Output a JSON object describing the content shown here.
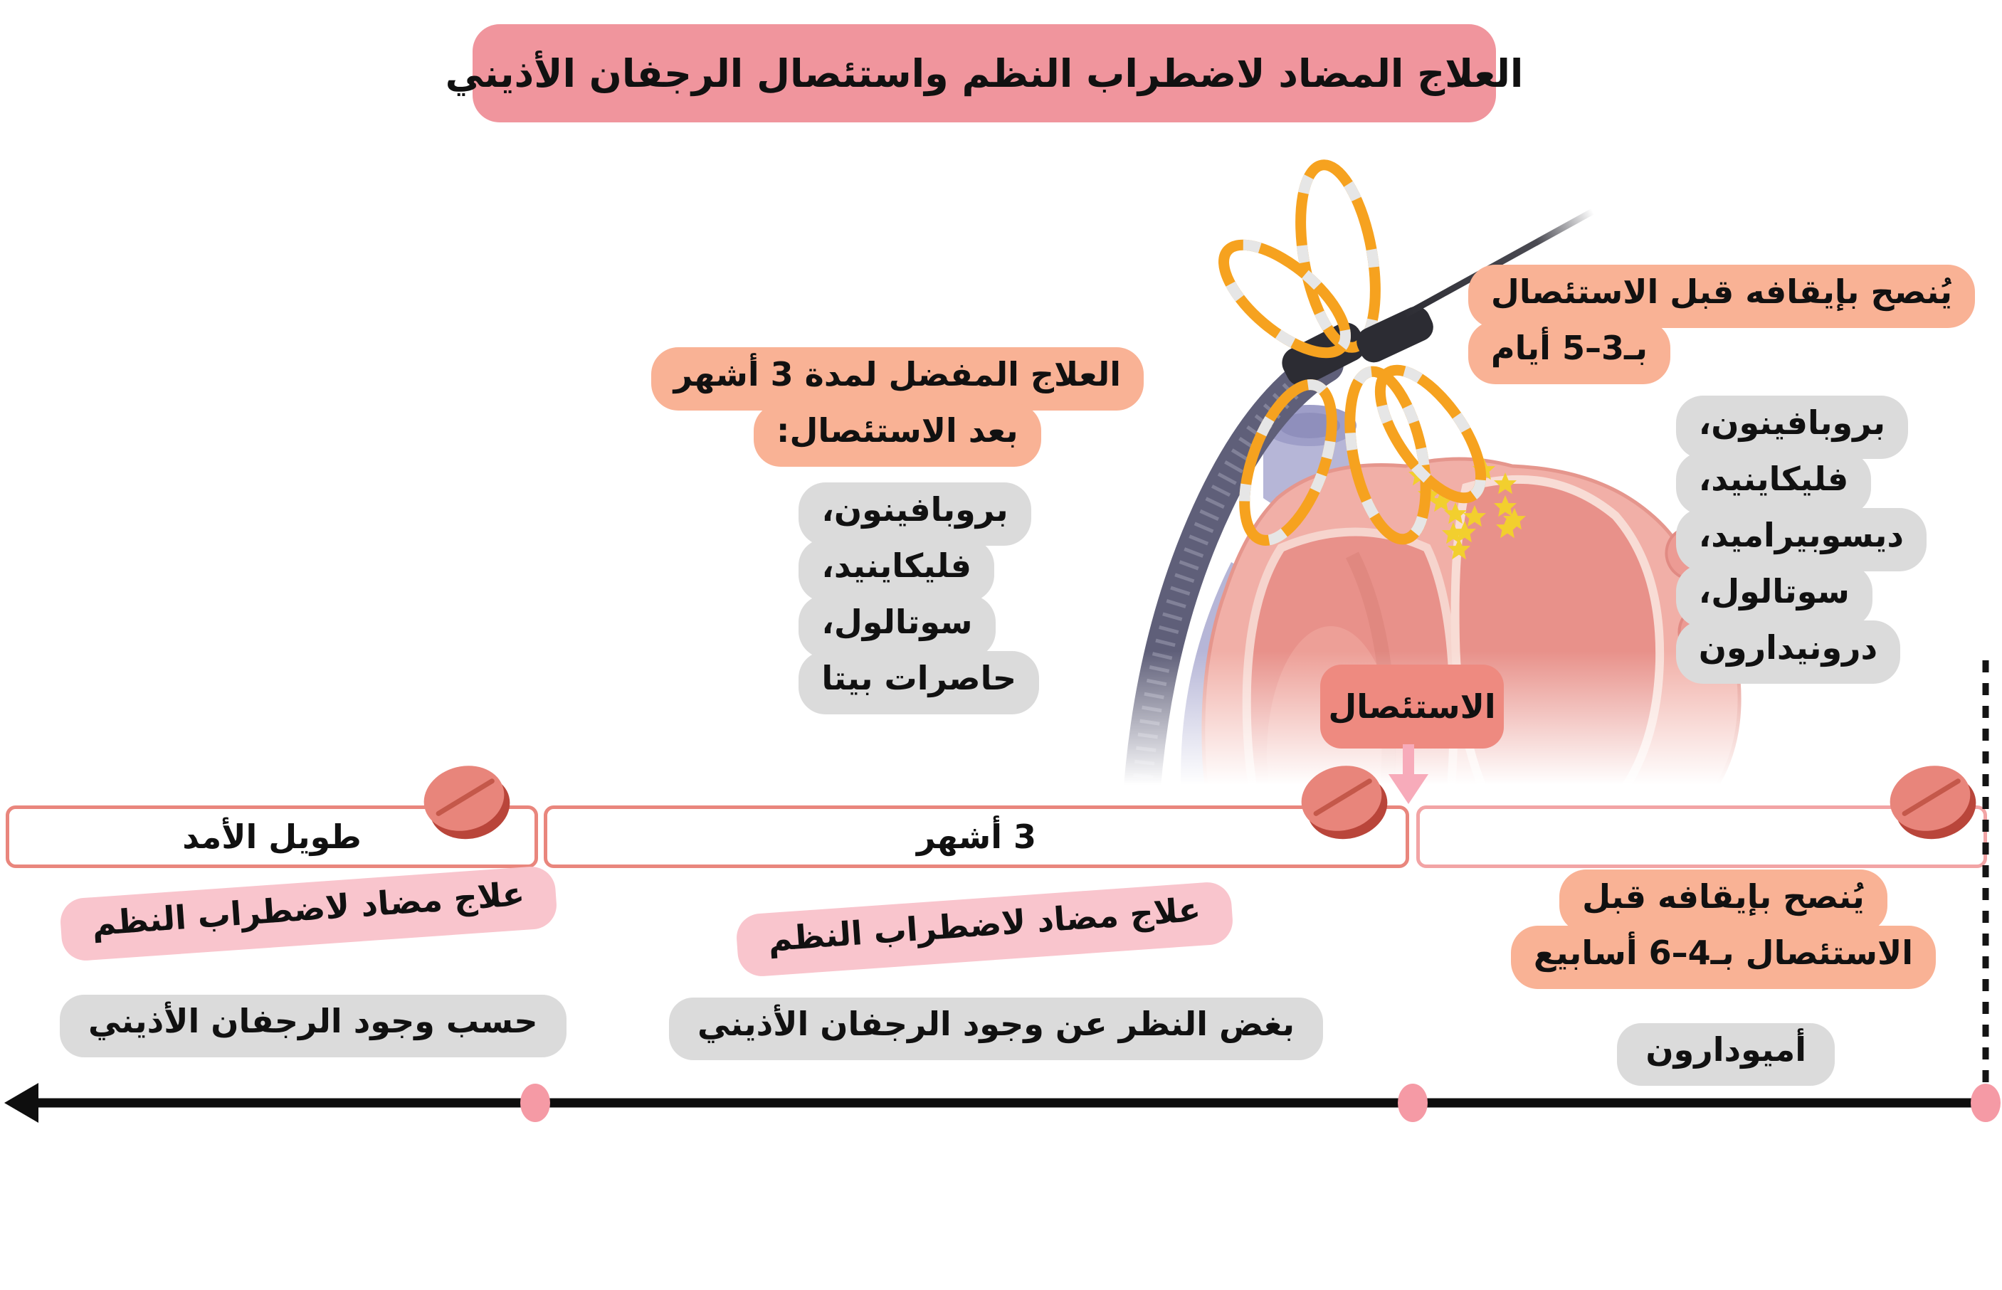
{
  "title": "العلاج المضاد لاضطراب النظم واستئصال الرجفان الأذيني",
  "ablation_label": "الاستئصال",
  "right_note": {
    "line1": "يُنصح بإيقافه قبل الاستئصال",
    "line2": "بـ3–5 أيام",
    "drugs": [
      "بروبافينون،",
      "فليكاينيد،",
      "ديسوبيراميد،",
      "سوتالول،",
      "درونيدارون"
    ]
  },
  "middle_note": {
    "line1": "العلاج المفضل لمدة 3 أشهر",
    "line2": "بعد الاستئصال:",
    "drugs": [
      "بروبافينون،",
      "فليكاينيد،",
      "سوتالول،",
      "حاصرات بيتا"
    ]
  },
  "timeline": {
    "long_term_label": "طويل الأمد",
    "three_months_label": "3 أشهر",
    "post_ablation_label": ""
  },
  "long_term_column": {
    "treatment": "علاج مضاد لاضطراب النظم",
    "condition": "حسب وجود الرجفان الأذيني"
  },
  "three_months_column": {
    "treatment": "علاج مضاد لاضطراب النظم",
    "condition": "بغض النظر عن وجود الرجفان الأذيني"
  },
  "pre_ablation_column": {
    "line1": "يُنصح بإيقافه قبل",
    "line2": "الاستئصال بـ4–6 أسابيع",
    "drug": "أميودارون"
  },
  "colors": {
    "title_bg": "#F0959D",
    "ablation_label_bg": "#EE8A80",
    "salmon_note_bg": "#F9B295",
    "gray_note_bg": "#DBDBDB",
    "pink_note_bg": "#F9C5CD",
    "timeline_border": "#E9867D",
    "timeline_border_light": "#F2A4A5",
    "timeline_dot": "#F59AA5",
    "arrow_pink": "#F7ABBA",
    "pill_top": "#E8857B",
    "pill_bottom": "#B9453A",
    "catheter_orange": "#F6A21F",
    "catheter_sheath": "#5F5F79",
    "heart_body": "#F1AFA7",
    "star_yellow": "#F2CF2E",
    "axis_black": "#0E0E0E"
  },
  "icons": {
    "star": "★",
    "pill": "tablet-ellipse",
    "down_arrow": "▼",
    "axis_left_arrow": "◀"
  }
}
